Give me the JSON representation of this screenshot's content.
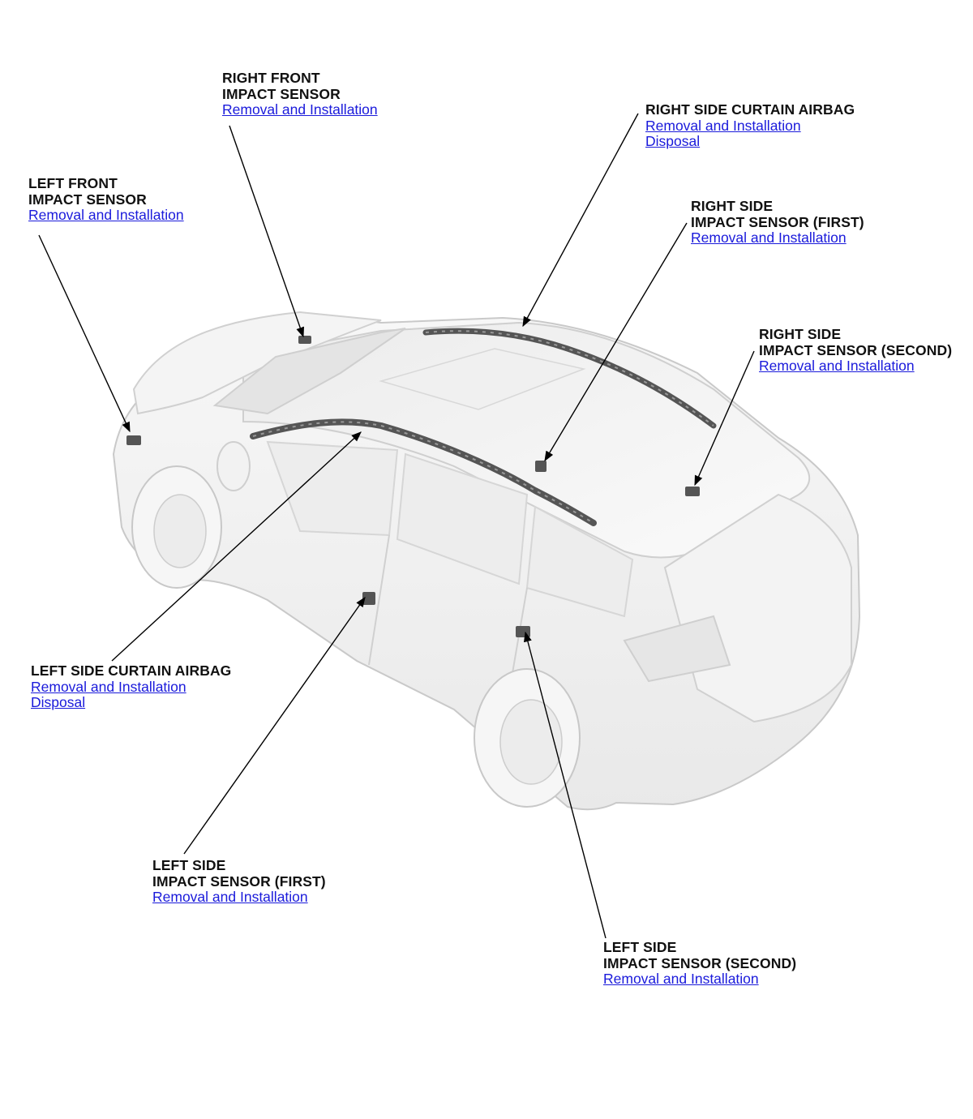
{
  "callouts": {
    "right_front": {
      "line1": "RIGHT FRONT",
      "line2": "IMPACT SENSOR",
      "link1": "Removal and Installation"
    },
    "left_front": {
      "line1": "LEFT FRONT",
      "line2": "IMPACT SENSOR",
      "link1": "Removal and Installation"
    },
    "right_curtain": {
      "line1": "RIGHT SIDE CURTAIN AIRBAG",
      "link1": "Removal and Installation",
      "link2": "Disposal"
    },
    "right_side_first": {
      "line1": "RIGHT SIDE",
      "line2": "IMPACT SENSOR (FIRST)",
      "link1": "Removal and Installation"
    },
    "right_side_second": {
      "line1": "RIGHT SIDE",
      "line2": "IMPACT SENSOR (SECOND)",
      "link1": "Removal and Installation"
    },
    "left_curtain": {
      "line1": "LEFT SIDE CURTAIN AIRBAG",
      "link1": "Removal and Installation",
      "link2": "Disposal"
    },
    "left_side_first": {
      "line1": "LEFT SIDE",
      "line2": "IMPACT SENSOR (FIRST)",
      "link1": "Removal and Installation"
    },
    "left_side_second": {
      "line1": "LEFT SIDE",
      "line2": "IMPACT SENSOR (SECOND)",
      "link1": "Removal and Installation"
    }
  },
  "colors": {
    "link": "#1a1adb",
    "label": "#111111",
    "vehicle_outline": "#c8c8c8",
    "component": "#555555"
  }
}
